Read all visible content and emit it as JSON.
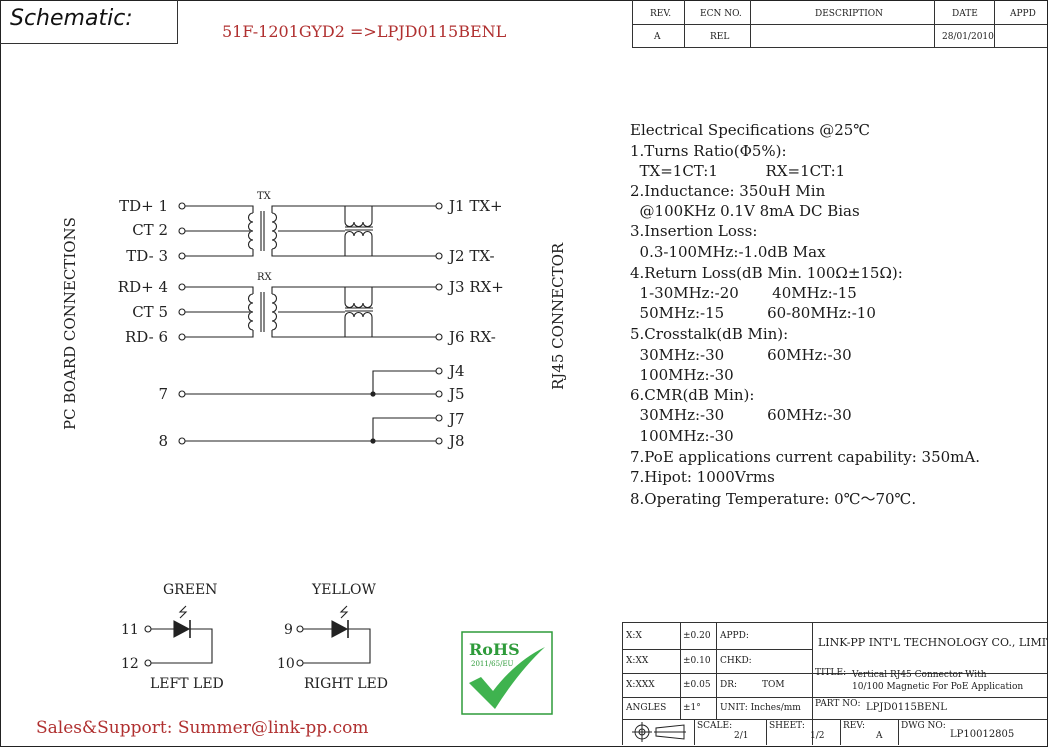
{
  "header": {
    "schematic_label": "Schematic:",
    "part_conversion": "51F-1201GYD2 =>LPJD0115BENL"
  },
  "revision_table": {
    "headers": [
      "REV.",
      "ECN NO.",
      "DESCRIPTION",
      "DATE",
      "APPD"
    ],
    "row": [
      "A",
      "REL",
      "",
      "28/01/2010",
      ""
    ]
  },
  "schematic": {
    "left_side_label": "PC BOARD CONNECTIONS",
    "right_side_label": "RJ45 CONNECTOR",
    "tx_label": "TX",
    "rx_label": "RX",
    "left_pins": [
      "TD+ 1",
      "CT 2",
      "TD- 3",
      "RD+ 4",
      "CT 5",
      "RD- 6",
      "7",
      "8"
    ],
    "right_pins": [
      "J1 TX+",
      "J2 TX-",
      "J3 RX+",
      "J6 RX-",
      "J4",
      "J5",
      "J7",
      "J8"
    ]
  },
  "leds": {
    "green_label": "GREEN",
    "yellow_label": "YELLOW",
    "left_pins": [
      "11",
      "12"
    ],
    "right_pins": [
      "9",
      "10"
    ],
    "left_caption": "LEFT LED",
    "right_caption": "RIGHT LED"
  },
  "rohs": {
    "title": "RoHS",
    "subtitle": "2011/65/EU",
    "colors": {
      "border": "#2e9b3a",
      "text": "#2e9b3a",
      "check": "#3fb34f"
    }
  },
  "specs": {
    "title": "Electrical Specifications @25℃",
    "lines": [
      "1.Turns Ratio(Φ5%):",
      "  TX=1CT:1          RX=1CT:1",
      "2.Inductance: 350uH Min",
      "  @100KHz 0.1V 8mA DC Bias",
      "3.Insertion Loss:",
      "  0.3-100MHz:-1.0dB Max",
      "4.Return Loss(dB Min. 100Ω±15Ω):",
      "  1-30MHz:-20       40MHz:-15",
      "  50MHz:-15         60-80MHz:-10",
      "5.Crosstalk(dB Min):",
      "  30MHz:-30         60MHz:-30",
      "  100MHz:-30",
      "6.CMR(dB Min):",
      "  30MHz:-30         60MHz:-30",
      "  100MHz:-30",
      "7.PoE applications current capability: 350mA.",
      "7.Hipot: 1000Vrms",
      "8.Operating Temperature: 0℃～70℃."
    ]
  },
  "title_block": {
    "tol_rows": [
      {
        "label": "X:X",
        "value": "±0.20"
      },
      {
        "label": "X:XX",
        "value": "±0.10"
      },
      {
        "label": "X:XXX",
        "value": "±0.05"
      },
      {
        "label": "ANGLES",
        "value": "±1°"
      }
    ],
    "appd": "APPD:",
    "chkd": "CHKD:",
    "dr_label": "DR:",
    "dr_value": "TOM",
    "unit": "UNIT: Inches/mm",
    "company": "LINK-PP INT'L TECHNOLOGY CO., LIMITED",
    "title_label": "TITLE:",
    "title_line1": "Vertical RJ45 Connector With",
    "title_line2": "10/100 Magnetic For PoE Application",
    "part_no_label": "PART NO:",
    "part_no": "LPJD0115BENL",
    "scale_label": "SCALE:",
    "scale": "2/1",
    "sheet_label": "SHEET:",
    "sheet": "1/2",
    "rev_label": "REV:",
    "rev": "A",
    "dwg_label": "DWG NO:",
    "dwg_no": "LP10012805"
  },
  "footer": {
    "sales": "Sales&Support: Summer@link-pp.com"
  }
}
